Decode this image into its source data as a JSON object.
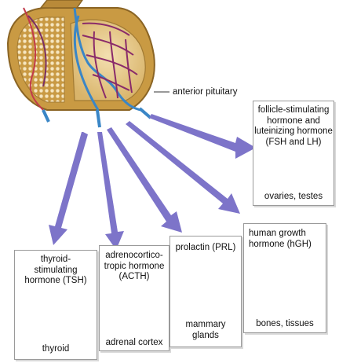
{
  "gland_label": "anterior pituitary",
  "colors": {
    "arrow": "#7d74c9",
    "gland_outer": "#c99a43",
    "gland_inner": "#e9cf94",
    "artery": "#c23a4a",
    "vein": "#3a86c6"
  },
  "hormones": [
    {
      "id": "fsh-lh",
      "title": "follicle-stimulating\nhormone and\nluteinizing hormone\n(FSH and LH)",
      "target": "ovaries, testes",
      "illustration": "ovary-testis"
    },
    {
      "id": "tsh",
      "title": "thyroid-\nstimulating\nhormone (TSH)",
      "target": "thyroid",
      "illustration": "thyroid"
    },
    {
      "id": "acth",
      "title": "adrenocortico-\ntropic hormone\n(ACTH)",
      "target": "adrenal cortex",
      "illustration": "adrenal"
    },
    {
      "id": "prl",
      "title": "prolactin (PRL)",
      "target": "mammary\nglands",
      "illustration": "mammary"
    },
    {
      "id": "hgh",
      "title": "human growth\nhormone (hGH)",
      "target": "bones, tissues",
      "illustration": "bone-muscle"
    }
  ]
}
